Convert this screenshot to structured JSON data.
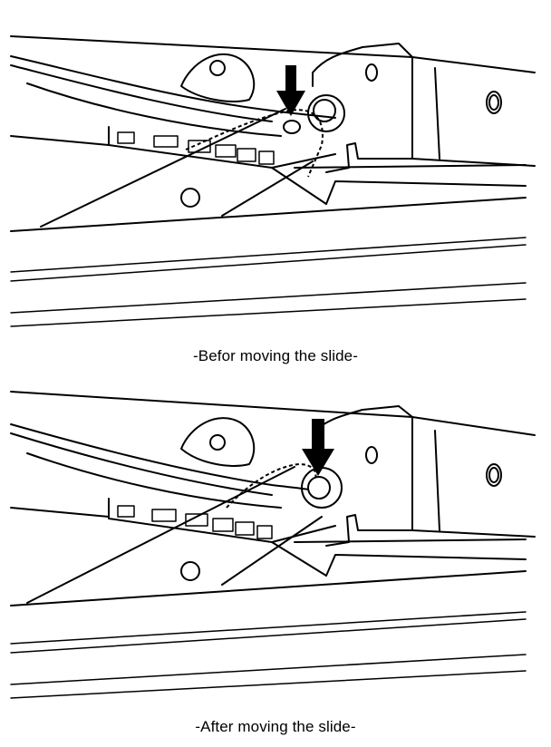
{
  "captions": {
    "before": "-Befor moving the slide-",
    "after": "-After moving the slide-"
  },
  "figures": [
    {
      "id": "before",
      "arrow_target": "slide-pin-before-position"
    },
    {
      "id": "after",
      "arrow_target": "slide-pin-after-position"
    }
  ],
  "colors": {
    "line": "#000000",
    "background": "#ffffff"
  }
}
